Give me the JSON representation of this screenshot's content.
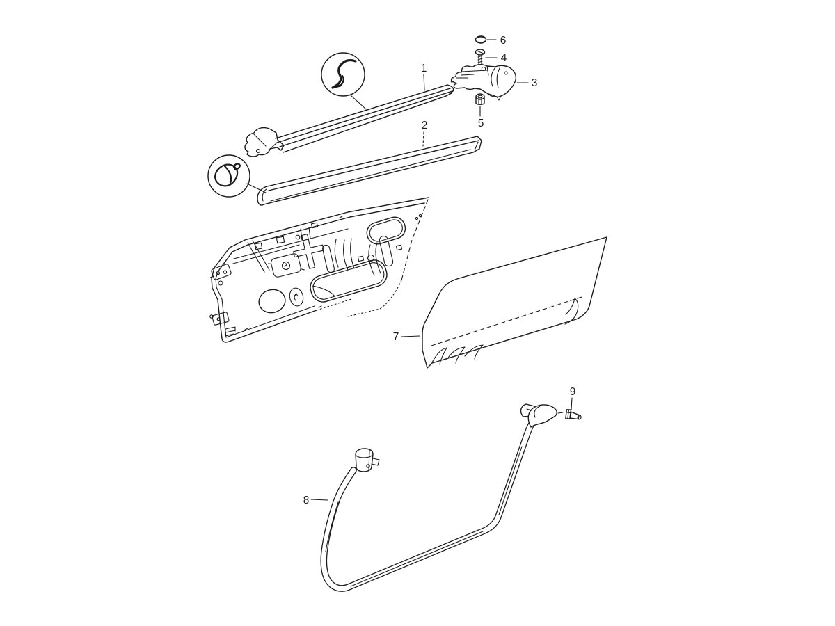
{
  "diagram": {
    "colors": {
      "background": "#ffffff",
      "line": "#1b1b1b"
    },
    "labels": [
      {
        "text": "1"
      },
      {
        "text": "2"
      },
      {
        "text": "3"
      },
      {
        "text": "4"
      },
      {
        "text": "5"
      },
      {
        "text": "6"
      },
      {
        "text": "7"
      },
      {
        "text": "8"
      },
      {
        "text": "9"
      }
    ]
  }
}
